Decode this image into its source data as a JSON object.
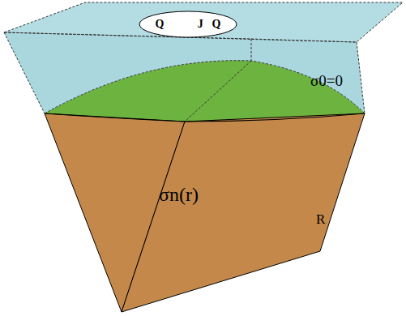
{
  "diagram": {
    "nodes": [
      {
        "text": [
          "Q",
          "J⃗Q"
        ]
      }
    ],
    "labels": [
      "σ0=0",
      "σn(r)",
      "R"
    ]
  }
}
